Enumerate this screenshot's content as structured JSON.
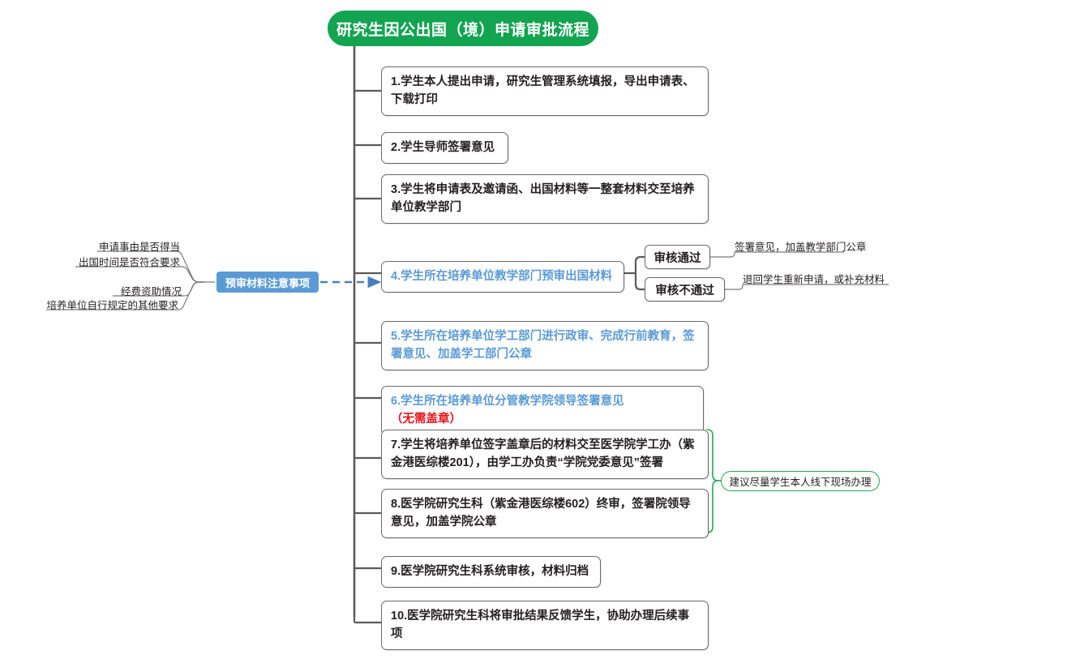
{
  "root": {
    "title": "研究生因公出国（境）申请审批流程",
    "color": "#13a452"
  },
  "steps": [
    {
      "id": "step-1",
      "text": "1.学生本人提出申请，研究生管理系统填报，导出申请表、下载打印",
      "color": "#231f20"
    },
    {
      "id": "step-2",
      "text": "2.学生导师签署意见",
      "color": "#231f20"
    },
    {
      "id": "step-3",
      "text": "3.学生将申请表及邀请函、出国材料等一整套材料交至培养单位教学部门",
      "color": "#231f20"
    },
    {
      "id": "step-4",
      "text": "4.学生所在培养单位教学部门预审出国材料",
      "color": "#5b9bd5"
    },
    {
      "id": "step-5",
      "text": "5.学生所在培养单位学工部门进行政审、完成行前教育，签署意见、加盖学工部门公章",
      "color": "#5b9bd5"
    },
    {
      "id": "step-6",
      "text": "6.学生所在培养单位分管教学院领导签署意见",
      "suffix": "（无需盖章）",
      "suffix_color": "#e8121a",
      "color": "#5b9bd5"
    },
    {
      "id": "step-7",
      "text": "7.学生将培养单位签字盖章后的材料交至医学院学工办（紫金港医综楼201），由学工办负责“学院党委意见”签署",
      "color": "#231f20"
    },
    {
      "id": "step-8",
      "text": "8.医学院研究生科（紫金港医综楼602）终审，签署院领导意见，加盖学院公章",
      "color": "#231f20"
    },
    {
      "id": "step-9",
      "text": "9.医学院研究生科系统审核，材料归档",
      "color": "#231f20"
    },
    {
      "id": "step-10",
      "text": "10.医学院研究生科将审批结果反馈学生，协助办理后续事项",
      "color": "#231f20"
    }
  ],
  "branch": {
    "results": [
      {
        "id": "result-pass",
        "label": "审核通过",
        "edge_label": "签署意见，加盖教学部门公章"
      },
      {
        "id": "result-fail",
        "label": "审核不通过",
        "edge_label": "退回学生重新申请，或补充材料"
      }
    ]
  },
  "callout": {
    "label": "预审材料注意事项",
    "color": "#5b9bd5",
    "items": [
      "申请事由是否得当",
      "出国时间是否符合要求",
      "经费资助情况",
      "培养单位自行规定的其他要求"
    ]
  },
  "advisory": {
    "label": "建议尽量学生本人线下现场办理",
    "color": "#1faa4d"
  }
}
